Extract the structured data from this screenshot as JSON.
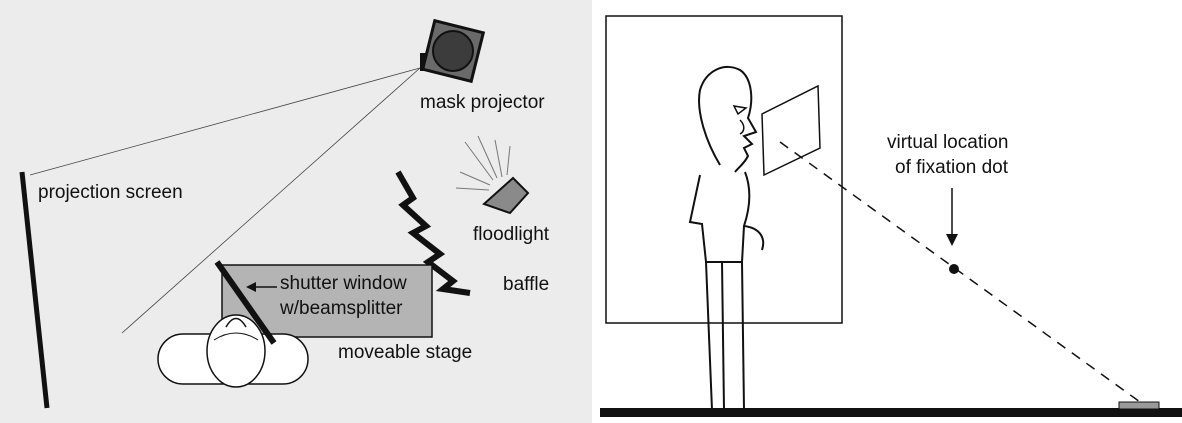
{
  "left_panel": {
    "labels": {
      "mask_projector": "mask projector",
      "projection_screen": "projection screen",
      "floodlight": "floodlight",
      "baffle": "baffle",
      "shutter_line1": "shutter window",
      "shutter_line2": "w/beamsplitter",
      "moveable_stage": "moveable stage"
    }
  },
  "right_panel": {
    "labels": {
      "virtual_line1": "virtual location",
      "virtual_line2": "of fixation dot"
    }
  },
  "colors": {
    "panel_bg": "#ececec",
    "ink": "#111111",
    "stage_fill": "#b4b4b4",
    "projector_body": "#6a6a6a",
    "projector_lens": "#3c3c3c"
  }
}
